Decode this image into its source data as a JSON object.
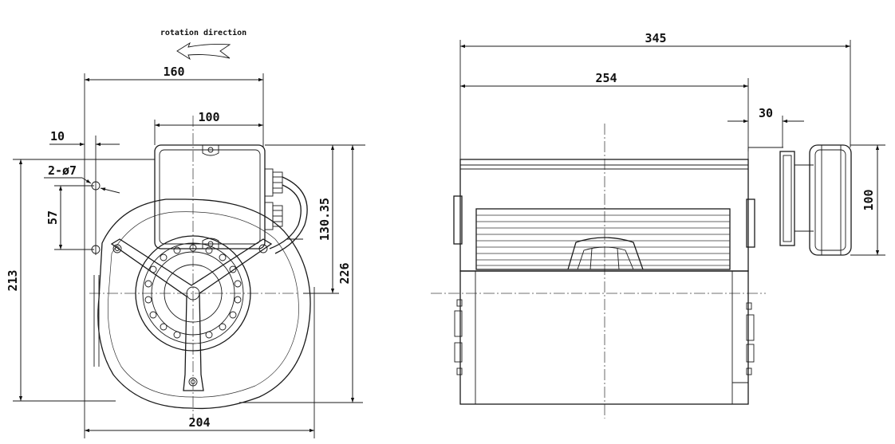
{
  "annotations": {
    "rotation_direction": "rotation direction",
    "holes": "2-ø7"
  },
  "front_view": {
    "width_top": "160",
    "box_width": "100",
    "offset": "10",
    "hole_spacing": "57",
    "height_left": "213",
    "box_height": "130.35",
    "height_right": "226",
    "width_bottom": "204"
  },
  "side_view": {
    "overall_length": "345",
    "housing_length": "254",
    "motor_gap": "30",
    "motor_height": "100"
  }
}
